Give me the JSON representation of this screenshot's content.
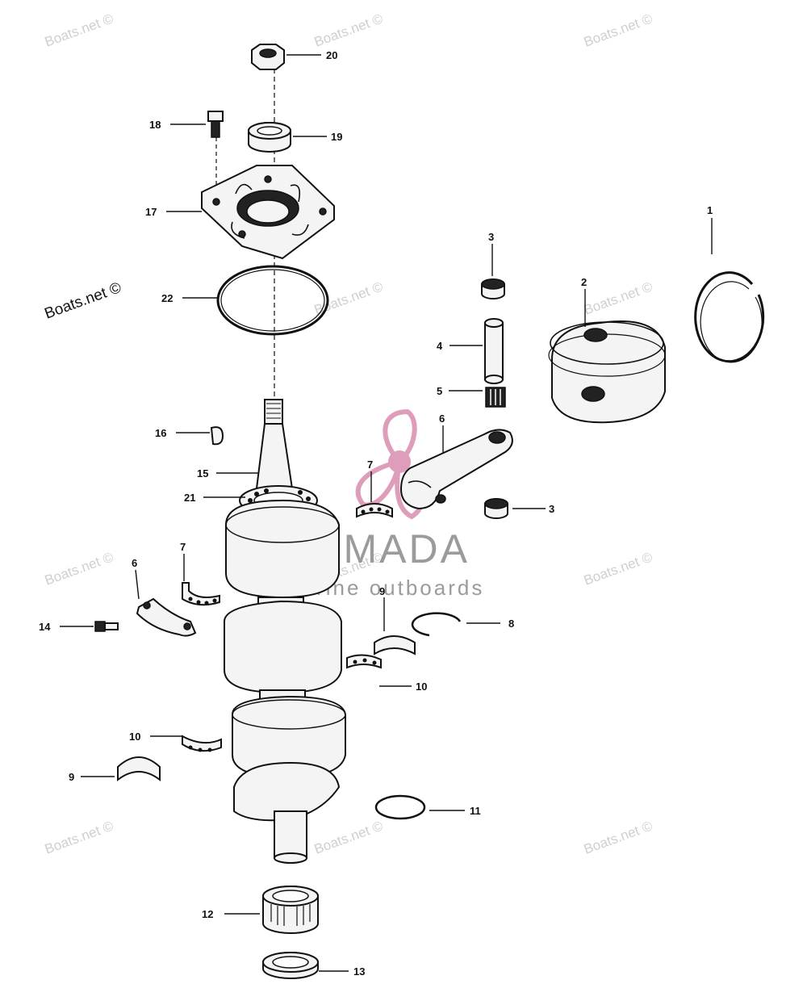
{
  "diagram": {
    "callouts": [
      {
        "id": "c1",
        "text": "1"
      },
      {
        "id": "c2",
        "text": "2"
      },
      {
        "id": "c3a",
        "text": "3"
      },
      {
        "id": "c3b",
        "text": "3"
      },
      {
        "id": "c4",
        "text": "4"
      },
      {
        "id": "c5",
        "text": "5"
      },
      {
        "id": "c6a",
        "text": "6"
      },
      {
        "id": "c6b",
        "text": "6"
      },
      {
        "id": "c7a",
        "text": "7"
      },
      {
        "id": "c7b",
        "text": "7"
      },
      {
        "id": "c8",
        "text": "8"
      },
      {
        "id": "c9a",
        "text": "9"
      },
      {
        "id": "c9b",
        "text": "9"
      },
      {
        "id": "c10a",
        "text": "10"
      },
      {
        "id": "c10b",
        "text": "10"
      },
      {
        "id": "c11",
        "text": "11"
      },
      {
        "id": "c12",
        "text": "12"
      },
      {
        "id": "c13",
        "text": "13"
      },
      {
        "id": "c14",
        "text": "14"
      },
      {
        "id": "c15",
        "text": "15"
      },
      {
        "id": "c16",
        "text": "16"
      },
      {
        "id": "c17",
        "text": "17"
      },
      {
        "id": "c18",
        "text": "18"
      },
      {
        "id": "c19",
        "text": "19"
      },
      {
        "id": "c20",
        "text": "20"
      },
      {
        "id": "c21",
        "text": "21"
      },
      {
        "id": "c22",
        "text": "22"
      }
    ]
  },
  "watermark": {
    "text": "Boats.net ©",
    "brand_name": "ARMADA",
    "brand_tagline": "marine outboards",
    "brand_color": "#d98cb0"
  }
}
